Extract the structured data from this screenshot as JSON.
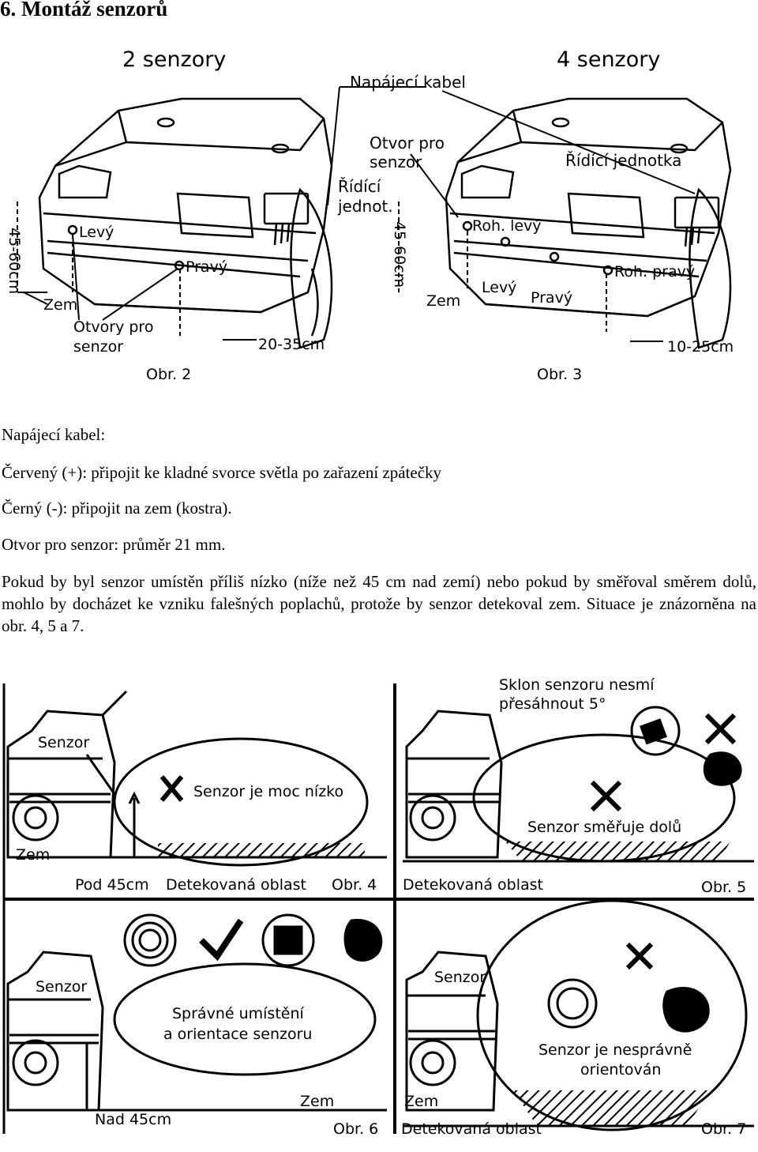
{
  "heading": "6. Montáž senzorů",
  "figure_top": {
    "left_title": "2 senzory",
    "right_title": "4 senzory",
    "napajeci_kabel": "Napájecí kabel",
    "otvor_pro_senzor_1": "Otvor pro",
    "otvor_pro_senzor_2": "senzor",
    "ridici_jednot_1": "Řídící",
    "ridici_jednot_2": "jednot.",
    "ridici_jednotka": "Řídící jednotka",
    "height_left": "45-60cm",
    "height_right": "45-60cm",
    "levy": "Levý",
    "pravy": "Pravý",
    "zem_left": "Zem",
    "zem_right": "Zem",
    "otvory_pro_1": "Otvory pro",
    "otvory_pro_2": "senzor",
    "dist_left": "20-35cm",
    "dist_right": "10-25cm",
    "roh_levy": "Roh. levý",
    "roh_pravy": "Roh. pravý",
    "levy_r": "Levý",
    "pravy_r": "Pravý",
    "obr2": "Obr. 2",
    "obr3": "Obr. 3"
  },
  "text": {
    "line1": "Napájecí kabel:",
    "line2": "Červený (+): připojit ke kladné svorce světla po zařazení zpátečky",
    "line3": "Černý (-): připojit na zem (kostra).",
    "line4": "Otvor pro senzor: průměr 21 mm.",
    "paragraph": "Pokud by byl senzor umístěn příliš nízko (níže než 45 cm nad zemí) nebo pokud by směřoval směrem dolů, mohlo by docházet ke vzniku falešných poplachů, protože by senzor detekoval zem. Situace je znázorněna na obr. 4, 5 a 7."
  },
  "figure_bottom": {
    "p4_senzor": "Senzor",
    "p4_msg": "Senzor je moc nízko",
    "p4_zem": "Zem",
    "p4_pod": "Pod 45cm",
    "p4_detect": "Detekovaná oblast",
    "p4_obr": "Obr. 4",
    "p5_sklon_1": "Sklon senzoru nesmí",
    "p5_sklon_2": "přesáhnout 5°",
    "p5_msg": "Senzor směřuje dolů",
    "p5_detect": "Detekovaná oblast",
    "p5_obr": "Obr. 5",
    "p6_senzor": "Senzor",
    "p6_msg_1": "Správné umístění",
    "p6_msg_2": "a orientace senzoru",
    "p6_zem": "Zem",
    "p6_nad": "Nad 45cm",
    "p6_obr": "Obr. 6",
    "p7_senzor": "Senzor",
    "p7_msg_1": "Senzor je nesprávně",
    "p7_msg_2": "orientován",
    "p7_zem": "Zem",
    "p7_detect": "Detekovaná oblast",
    "p7_obr": "Obr. 7"
  }
}
